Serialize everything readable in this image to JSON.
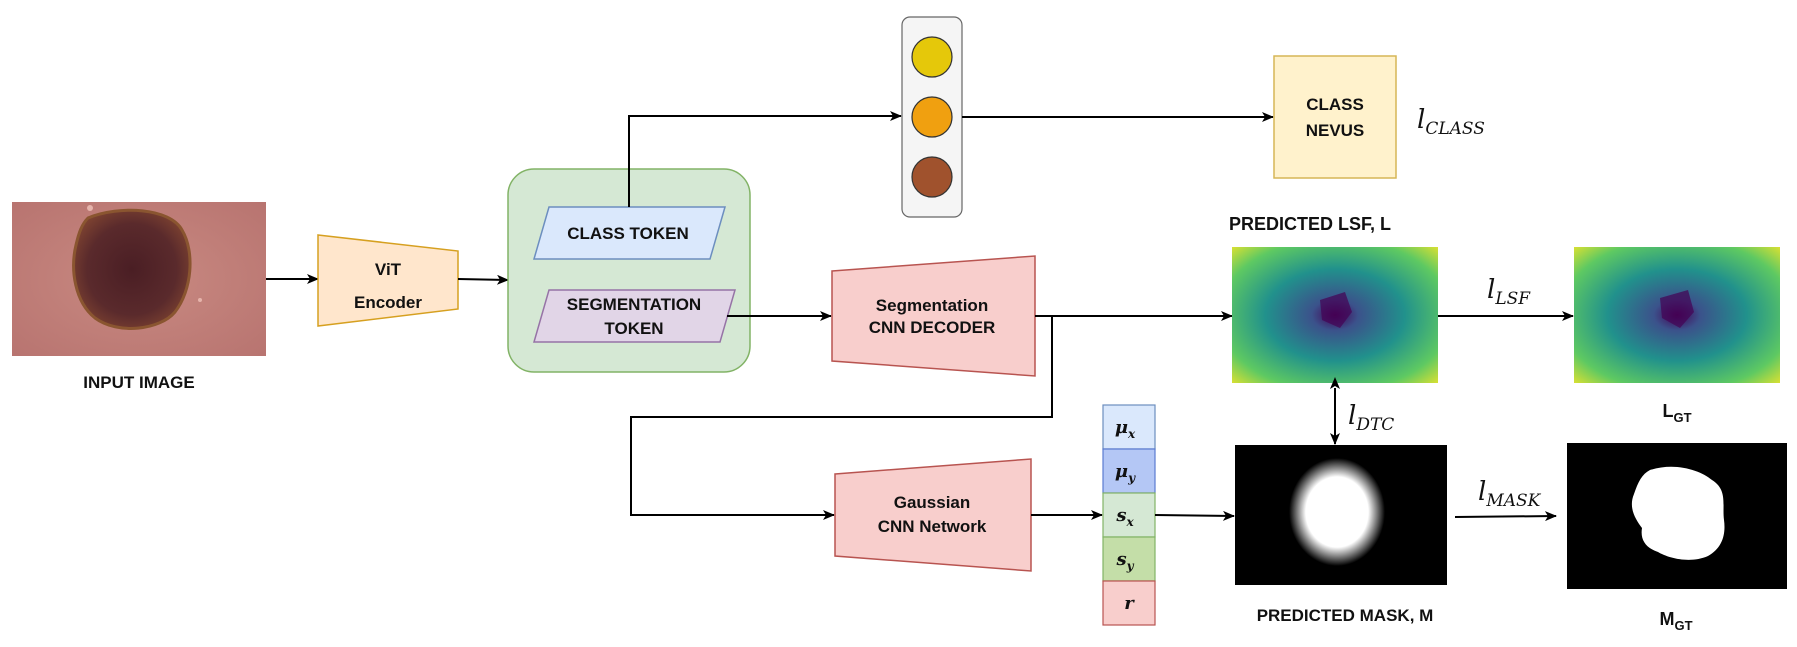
{
  "input": {
    "label": "INPUT IMAGE"
  },
  "encoder": {
    "line1": "ViT",
    "line2": "Encoder"
  },
  "tokens": {
    "class_token": "CLASS TOKEN",
    "seg_line1": "SEGMENTATION",
    "seg_line2": "TOKEN"
  },
  "classifier": {
    "colors": [
      "#e5c80a",
      "#f0a010",
      "#a0522d"
    ]
  },
  "class_output": {
    "line1": "CLASS",
    "line2": "NEVUS"
  },
  "losses": {
    "class_l": "l",
    "class_sub": "CLASS",
    "lsf_l": "l",
    "lsf_sub": "LSF",
    "dtc_l": "l",
    "dtc_sub": "DTC",
    "mask_l": "l",
    "mask_sub": "MASK"
  },
  "seg_decoder": {
    "line1": "Segmentation",
    "line2": "CNN DECODER"
  },
  "gaussian": {
    "line1": "Gaussian",
    "line2": "CNN Network"
  },
  "params": [
    {
      "sym": "μ",
      "sub": "x",
      "color": "#dae8fc",
      "stroke": "#6c8ebf"
    },
    {
      "sym": "μ",
      "sub": "y",
      "color": "#b4c7f5",
      "stroke": "#5a7bd0"
    },
    {
      "sym": "s",
      "sub": "x",
      "color": "#d5e8d4",
      "stroke": "#82b366"
    },
    {
      "sym": "s",
      "sub": "y",
      "color": "#c4dea8",
      "stroke": "#82b366"
    },
    {
      "sym": "r",
      "sub": "",
      "color": "#f8cecc",
      "stroke": "#b85450"
    }
  ],
  "predicted_lsf": {
    "label": "PREDICTED LSF, L"
  },
  "lsf_gt": {
    "main": "L",
    "sub": "GT"
  },
  "predicted_mask": {
    "label": "PREDICTED MASK, M"
  },
  "mask_gt": {
    "main": "M",
    "sub": "GT"
  }
}
